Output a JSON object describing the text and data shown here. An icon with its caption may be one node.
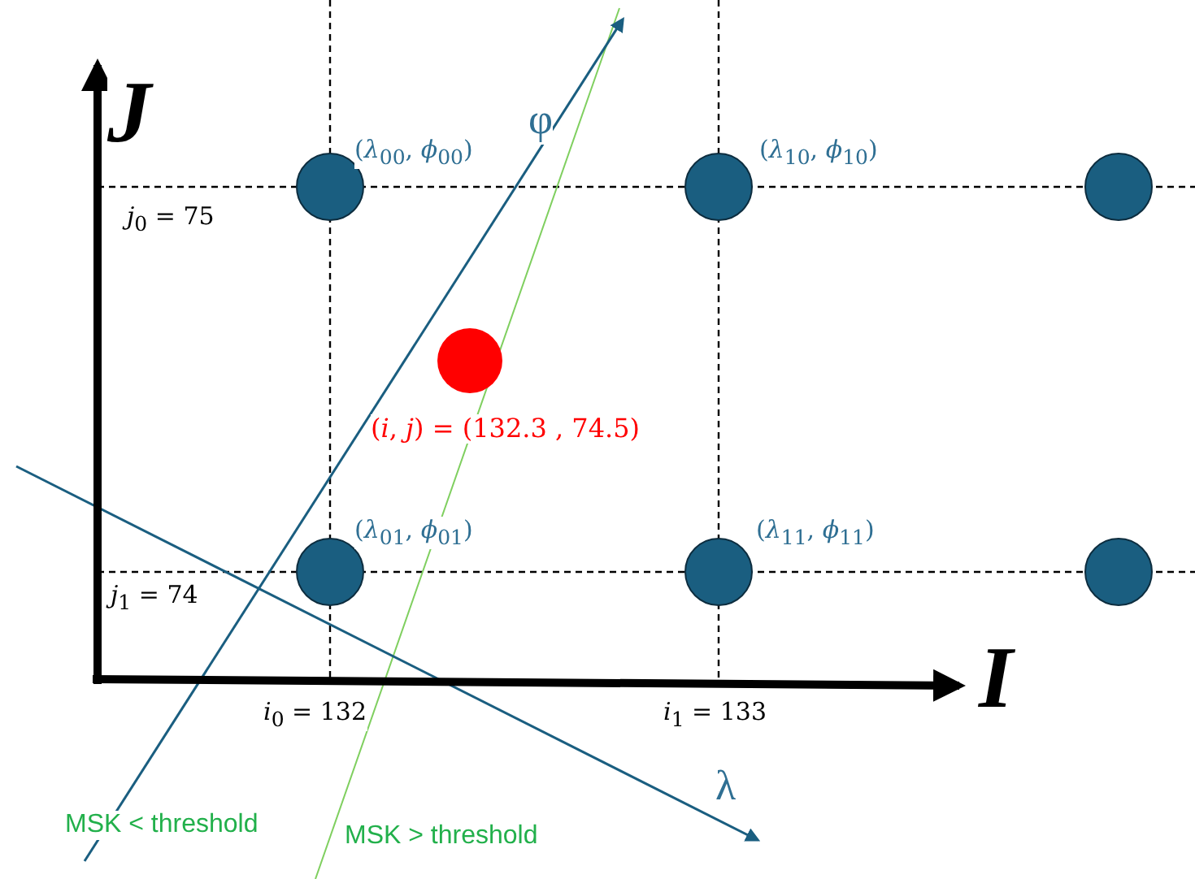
{
  "diagram": {
    "nodes": [
      {
        "text": [],
        "shape": "circle",
        "beside": [
          "(*λ*$_{00}$, *ϕ*$_{00}$)"
        ]
      },
      {
        "text": [],
        "shape": "circle",
        "beside": [
          "(*λ*$_{10}$, *ϕ*$_{10}$)"
        ]
      },
      {
        "text": [],
        "shape": "circle"
      },
      {
        "text": [],
        "shape": "circle",
        "beside": [
          "(*i*, *j*) = (132.3 , 74.5)"
        ]
      },
      {
        "text": [],
        "shape": "circle",
        "beside": [
          "(*λ*$_{01}$, *ϕ*$_{01}$)"
        ]
      },
      {
        "text": [],
        "shape": "circle",
        "beside": [
          "(*λ*$_{11}$, *ϕ*$_{11}$)"
        ]
      },
      {
        "text": [],
        "shape": "circle"
      }
    ],
    "labels": [
      "J",
      "φ",
      "*j*$_{0}$ = 75",
      "*j*$_{1}$ = 74",
      "I",
      "*i*$_{0}$ = 132",
      "*i*$_{1}$ = 133",
      "λ",
      "MSK < threshold",
      "MSK > threshold"
    ]
  }
}
